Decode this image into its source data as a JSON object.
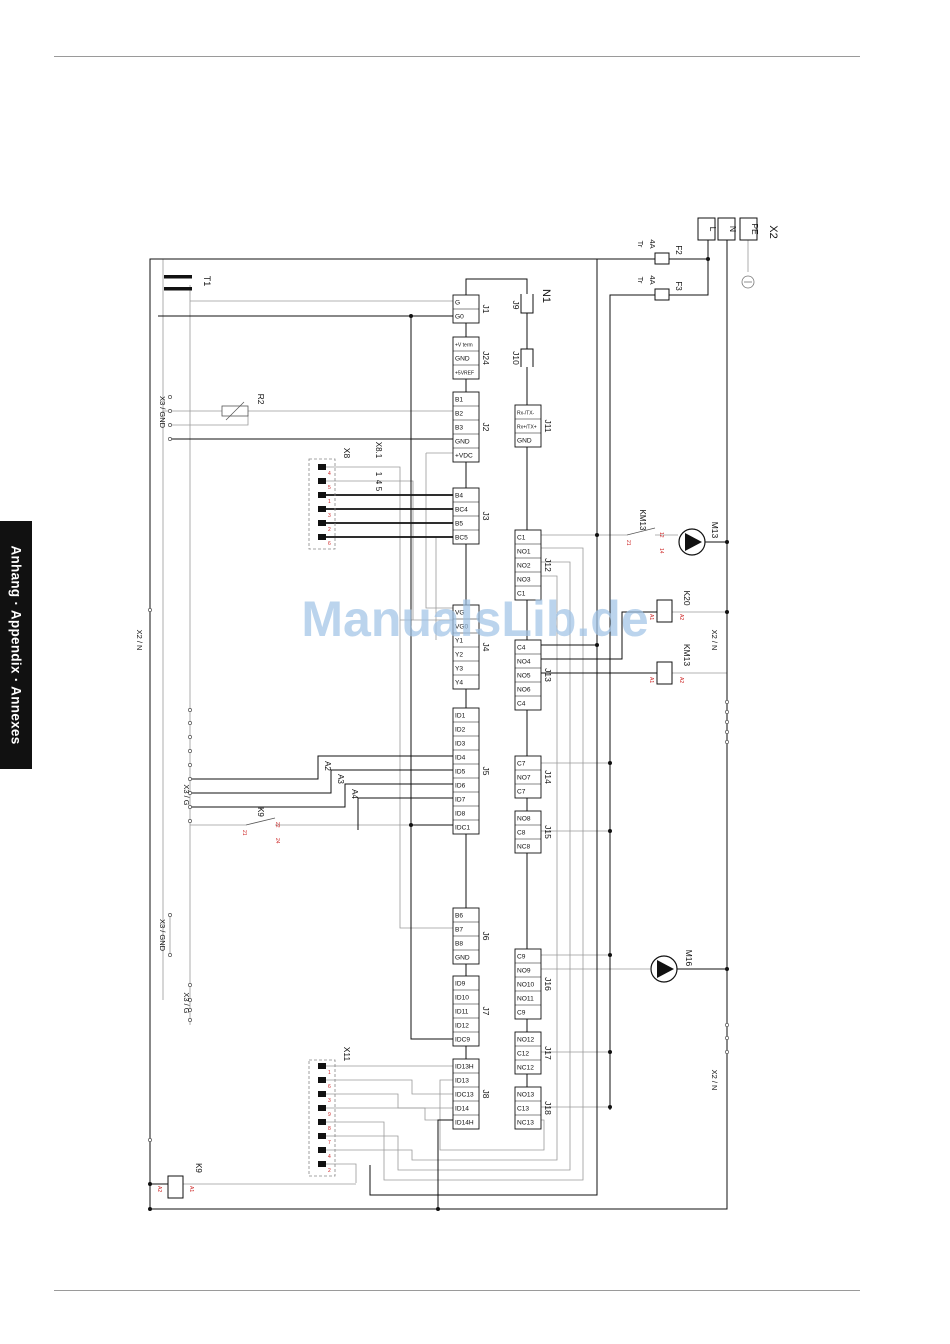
{
  "side_tab": {
    "text": "Anhang · Appendix · Annexes"
  },
  "watermark": "ManualsLib.de",
  "colors": {
    "line": "#111111",
    "gray_wire": "#9a9a9a",
    "red_text": "#cc2222",
    "watermark": "#9fc3e6",
    "tab": "#111111"
  },
  "supply": {
    "x2": "X2",
    "pe": "PE",
    "n": "N",
    "l": "L",
    "f2": "F2",
    "f3": "F3",
    "fuse_rating": "4A",
    "fuse_type": "Tr",
    "t1": "T1",
    "n1": "N1"
  },
  "connectors": {
    "J1": {
      "label": "J1",
      "pins": [
        "G",
        "G0"
      ]
    },
    "J24": {
      "label": "J24",
      "pins": [
        "+V term",
        "GND",
        "+5VREF"
      ]
    },
    "J2": {
      "label": "J2",
      "pins": [
        "B1",
        "B2",
        "B3",
        "GND",
        "+VDC"
      ]
    },
    "J3": {
      "label": "J3",
      "pins": [
        "B4",
        "BC4",
        "B5",
        "BC5"
      ]
    },
    "J4": {
      "label": "J4",
      "pins": [
        "VG",
        "VG0",
        "Y1",
        "Y2",
        "Y3",
        "Y4"
      ]
    },
    "J5": {
      "label": "J5",
      "pins": [
        "ID1",
        "ID2",
        "ID3",
        "ID4",
        "ID5",
        "ID6",
        "ID7",
        "ID8",
        "IDC1"
      ]
    },
    "J6": {
      "label": "J6",
      "pins": [
        "B6",
        "B7",
        "B8",
        "GND"
      ]
    },
    "J7": {
      "label": "J7",
      "pins": [
        "ID9",
        "ID10",
        "ID11",
        "ID12",
        "IDC9"
      ]
    },
    "J8": {
      "label": "J8",
      "pins": [
        "ID13H",
        "ID13",
        "IDC13",
        "ID14",
        "ID14H"
      ]
    },
    "J9": {
      "label": "J9",
      "pins": []
    },
    "J10": {
      "label": "J10",
      "pins": []
    },
    "J11": {
      "label": "J11",
      "pins": [
        "Rx-/TX-",
        "Rx+/TX+",
        "GND"
      ]
    },
    "J12": {
      "label": "J12",
      "pins": [
        "C1",
        "NO1",
        "NO2",
        "NO3",
        "C1"
      ]
    },
    "J13": {
      "label": "J13",
      "pins": [
        "C4",
        "NO4",
        "NO5",
        "NO6",
        "C4"
      ]
    },
    "J14": {
      "label": "J14",
      "pins": [
        "C7",
        "NO7",
        "C7"
      ]
    },
    "J15": {
      "label": "J15",
      "pins": [
        "NO8",
        "C8",
        "NC8"
      ]
    },
    "J16": {
      "label": "J16",
      "pins": [
        "C9",
        "NO9",
        "NO10",
        "NO11",
        "C9"
      ]
    },
    "J17": {
      "label": "J17",
      "pins": [
        "NO12",
        "C12",
        "NC12"
      ]
    },
    "J18": {
      "label": "J18",
      "pins": [
        "NO13",
        "C13",
        "NC13"
      ]
    }
  },
  "components": {
    "r2": "R2",
    "x8": "X8",
    "x8_1": "X8.1",
    "x8_1_pins": [
      "1",
      "4",
      "5"
    ],
    "x8_pins": [
      "4",
      "5",
      "1",
      "3",
      "2",
      "6"
    ],
    "x11": "X11",
    "x11_pins": [
      "1",
      "6",
      "3",
      "9",
      "8",
      "7",
      "4",
      "2"
    ],
    "km13": "KM13",
    "m13": "M13",
    "k20": "K20",
    "m16": "M16",
    "k9": "K9",
    "a2": "A2",
    "a3": "A3",
    "a4": "A4",
    "pin_11": "11",
    "pin_12": "12",
    "pin_14": "14",
    "pin_21": "21",
    "pin_22": "22",
    "pin_24": "24",
    "coil_a1": "A1",
    "coil_a2": "A2"
  },
  "rails": {
    "x3_gnd": "X3 / GND",
    "x3_g": "X3 / G",
    "x2_n": "X2 / N"
  }
}
